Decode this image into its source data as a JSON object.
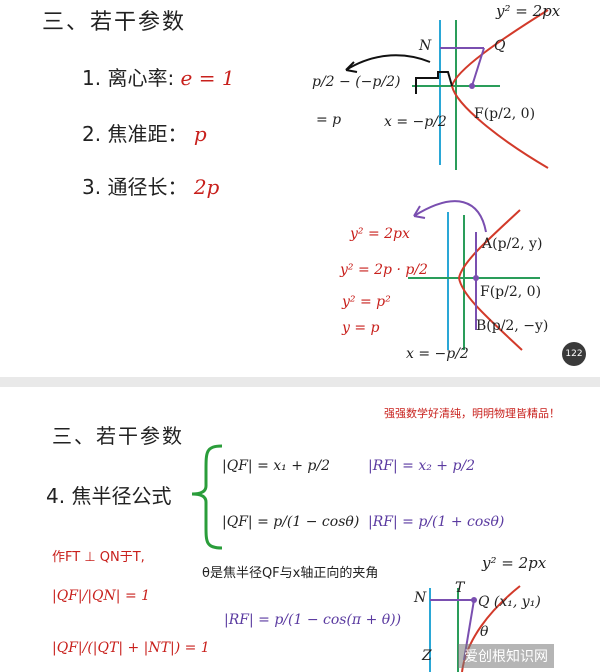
{
  "slide1": {
    "heading": "三、若干参数",
    "items": [
      {
        "label": "1. 离心率:",
        "value": "e = 1"
      },
      {
        "label": "2. 焦准距：",
        "value": "p"
      },
      {
        "label": "3. 通径长：",
        "value": "2p"
      }
    ],
    "top_graph": {
      "eq": "y² = 2px",
      "N": "N",
      "Q": "Q",
      "dist_a": "p/2 − (−p/2)",
      "dist_b": "= p",
      "directrix": "x = −p/2",
      "focus": "F(p/2, 0)"
    },
    "lower_graph": {
      "steps": [
        "y² = 2px",
        "y² = 2p · p/2",
        "y² = p²",
        "y = p"
      ],
      "A": "A(p/2, y)",
      "F": "F(p/2, 0)",
      "B": "B(p/2, −y)",
      "directrix": "x = −p/2"
    },
    "badge": "122"
  },
  "slide2": {
    "watermark": "强强数学好清纯，明明物理皆精品！",
    "heading": "三、若干参数",
    "item4": "4. 焦半径公式",
    "formulas": [
      "|QF| = x₁ + p/2",
      "|RF| = x₂ + p/2",
      "|QF| = p/(1 − cosθ)",
      "|RF| = p/(1 + cosθ)"
    ],
    "left_notes": [
      "作FT ⊥ QN于T,",
      "|QF|/|QN| = 1",
      "|QF|/(|QT| + |NT|) = 1"
    ],
    "theta_note": "θ是焦半径QF与x轴正向的夹角",
    "rf_alt": "|RF| = p/(1 − cos(π + θ))",
    "graph": {
      "eq": "y² = 2px",
      "T": "T",
      "N": "N",
      "Q": "Q (x₁, y₁)",
      "theta": "θ",
      "Z": "Z"
    },
    "logo": "爱创根知识网"
  }
}
